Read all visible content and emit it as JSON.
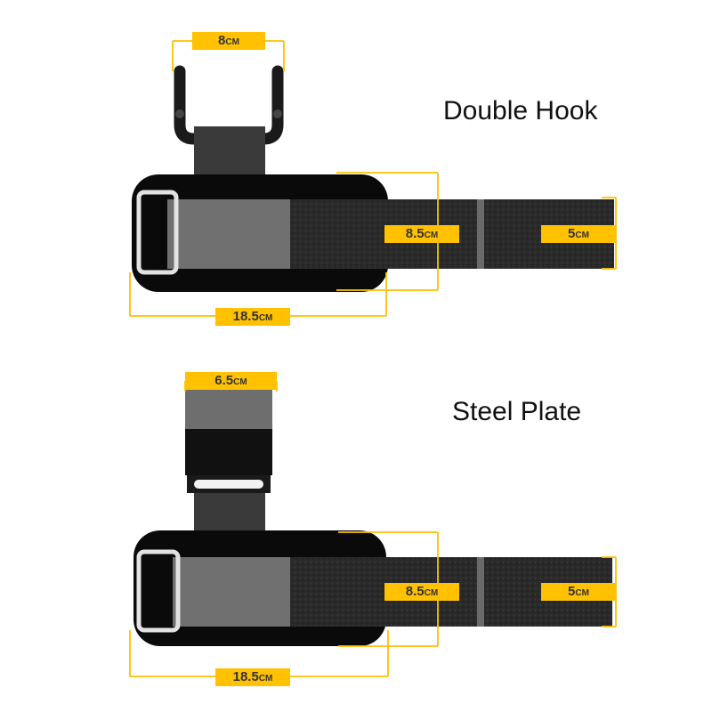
{
  "colors": {
    "accent": "#FFC100",
    "pad_black": "#0a0a0a",
    "strap_dark": "#2e2e2e",
    "strap_gray": "#6e6e6e",
    "hook_black": "#1a1a1a",
    "ring_silver": "#e2e2e2"
  },
  "product_top": {
    "title": "Double Hook",
    "hook_width": {
      "value": "8",
      "unit": "CM"
    },
    "strap_height": {
      "value": "8.5",
      "unit": "CM"
    },
    "band_width": {
      "value": "5",
      "unit": "CM"
    },
    "pad_length": {
      "value": "18.5",
      "unit": "CM"
    }
  },
  "product_bottom": {
    "title": "Steel Plate",
    "plate_width": {
      "value": "6.5",
      "unit": "CM"
    },
    "strap_height": {
      "value": "8.5",
      "unit": "CM"
    },
    "band_width": {
      "value": "5",
      "unit": "CM"
    },
    "pad_length": {
      "value": "18.5",
      "unit": "CM"
    }
  }
}
